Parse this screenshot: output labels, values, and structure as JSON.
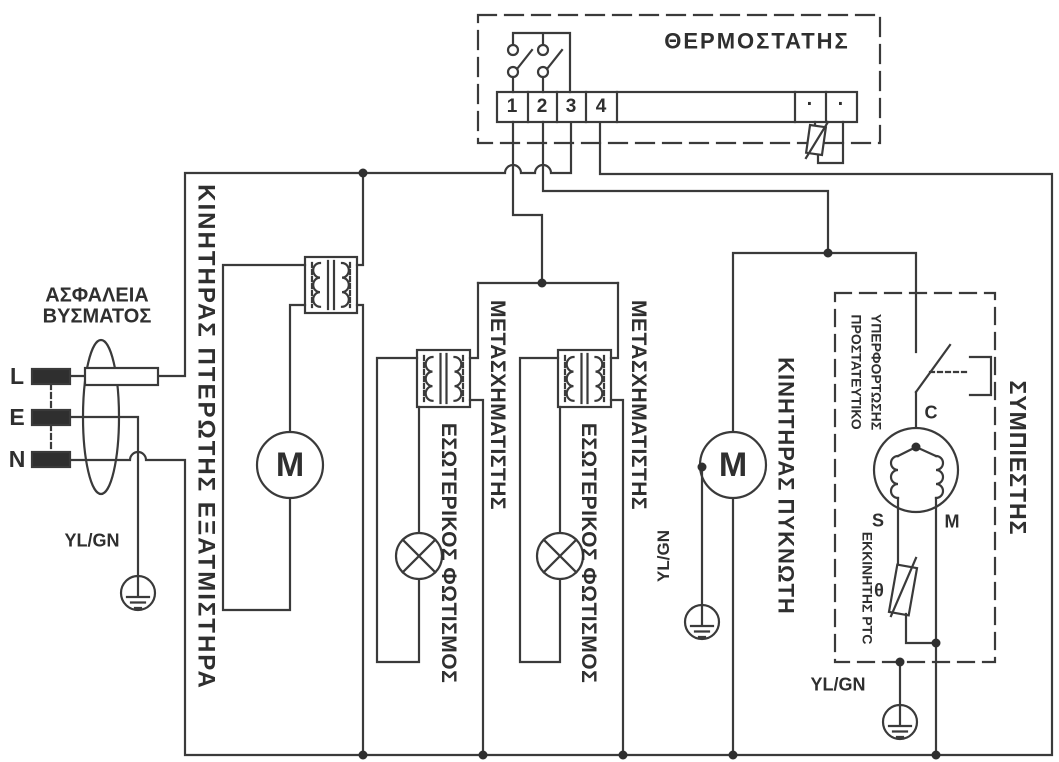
{
  "diagram_title_note": "refrigerator wiring diagram (Greek labels)",
  "colors": {
    "line": "#3a3a3a",
    "text": "#2f2f2f",
    "background": "#ffffff"
  },
  "thermostat": {
    "title": "ΘΕΡΜΟΣΤΑΤΗΣ",
    "terminals": [
      "1",
      "2",
      "3",
      "4"
    ],
    "aux_terminals": [
      "·",
      "·"
    ]
  },
  "plug": {
    "fuse_label_line1": "ΑΣΦΑΛΕΙΑ",
    "fuse_label_line2": "ΒΥΣΜΑΤΟΣ",
    "pin_live": "L",
    "pin_earth": "E",
    "pin_neutral": "N",
    "ground_wire": "YL/GN"
  },
  "branches": {
    "evaporator_fan": {
      "label": "ΚΙΝΗΤΗΡΑΣ ΠΤΕΡΩΤΗΣ ΕΞΑΤΜΙΣΤΗΡΑ",
      "motor_letter": "M"
    },
    "transformer1": {
      "label": "ΜΕΤΑΣΧΗΜΑΤΙΣΤΗΣ"
    },
    "light1": {
      "label": "ΕΣΩΤΕΡΙΚΟΣ ΦΩΤΙΣΜΟΣ"
    },
    "transformer2": {
      "label": "ΜΕΤΑΣΧΗΜΑΤΙΣΤΗΣ"
    },
    "light2": {
      "label": "ΕΣΩΤΕΡΙΚΟΣ ΦΩΤΙΣΜΟΣ"
    },
    "condenser_motor": {
      "label": "ΚΙΝΗΤΗΡΑΣ ΠΥΚΝΩΤΗ",
      "motor_letter": "M",
      "ground_wire": "YL/GN"
    },
    "compressor": {
      "label": "ΣΥΜΠΙΕΣΤΗΣ",
      "overload_line1": "ΠΡΟΣΤΑΤΕΥΤΙΚΟ",
      "overload_line2": "ΥΠΕΡΦΟΡΤΩΣΗΣ",
      "starter_label": "ΕΚΚΙΝΗΤΗΣ PTC",
      "terminal_common": "C",
      "terminal_start": "S",
      "terminal_main": "M",
      "thermistor": "θ",
      "ground_wire": "YL/GN"
    }
  }
}
